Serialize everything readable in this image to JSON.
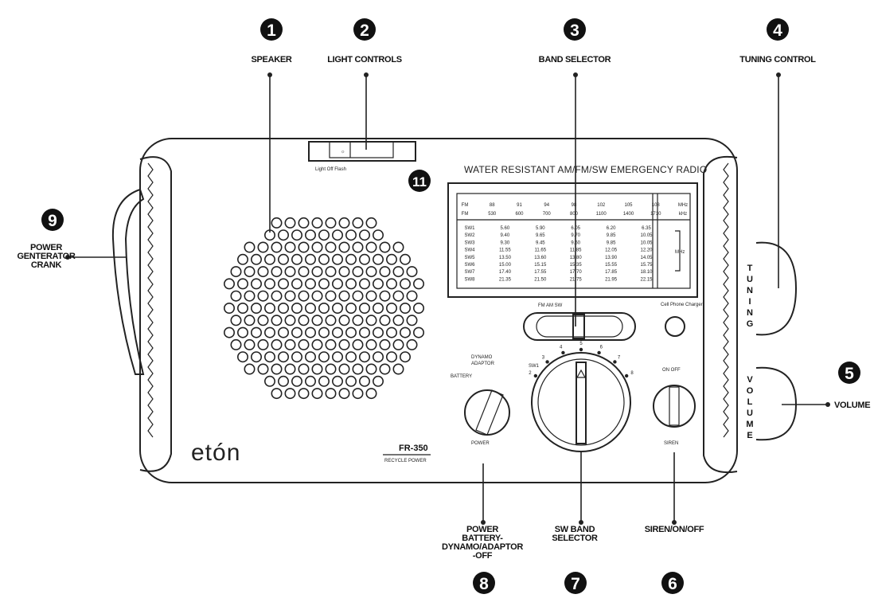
{
  "radio": {
    "title": "WATER RESISTANT AM/FM/SW EMERGENCY RADIO",
    "brand": "etón",
    "model": "FR-350",
    "model_sub": "RECYCLE POWER",
    "light_switch_labels": "Light  Off  Flash",
    "band_switch_labels": "FM  AM  SW",
    "cell_phone_label": "Cell Phone Charger",
    "power_knob_labels": {
      "dynamo": "DYNAMO",
      "adaptor": "ADAPTOR",
      "battery": "BATTERY",
      "bottom": "POWER"
    },
    "sw_dial_label": "SW1",
    "sw_dial_numbers": [
      "2",
      "3",
      "4",
      "5",
      "6",
      "7",
      "8"
    ],
    "siren_knob_labels": {
      "on_off": "ON  OFF",
      "bottom": "SIREN"
    },
    "tuning_vertical": "TUNING",
    "volume_vertical": "VOLUME",
    "dial_scale": {
      "fm_mhz": [
        "FM",
        "88",
        "91",
        "94",
        "98",
        "102",
        "105",
        "108",
        "MHz"
      ],
      "am_khz": [
        "FM",
        "530",
        "600",
        "700",
        "800",
        "1100",
        "1400",
        "1710",
        "kHz"
      ],
      "sw_rows": [
        [
          "SW1",
          "5.60",
          "5.90",
          "6.05",
          "6.20",
          "6.35"
        ],
        [
          "SW2",
          "9.40",
          "9.65",
          "9.70",
          "9.85",
          "10.05"
        ],
        [
          "SW3",
          "9.30",
          "9.45",
          "9.60",
          "9.85",
          "10.05"
        ],
        [
          "SW4",
          "11.55",
          "11.65",
          "11.85",
          "12.05",
          "12.20"
        ],
        [
          "SW5",
          "13.50",
          "13.60",
          "13.80",
          "13.90",
          "14.05"
        ],
        [
          "SW6",
          "15.00",
          "15.15",
          "15.35",
          "15.55",
          "15.75"
        ],
        [
          "SW7",
          "17.40",
          "17.55",
          "17.70",
          "17.85",
          "18.10"
        ],
        [
          "SW8",
          "21.35",
          "21.50",
          "21.75",
          "21.95",
          "22.15"
        ]
      ],
      "sw_unit": "MHz"
    }
  },
  "callouts": [
    {
      "number": "1",
      "label": "SPEAKER"
    },
    {
      "number": "2",
      "label": "LIGHT CONTROLS"
    },
    {
      "number": "3",
      "label": "BAND SELECTOR"
    },
    {
      "number": "4",
      "label": "TUNING CONTROL"
    },
    {
      "number": "5",
      "label": "VOLUME"
    },
    {
      "number": "6",
      "label": "SIREN/ON/OFF"
    },
    {
      "number": "7",
      "label_lines": [
        "SW BAND",
        "SELECTOR"
      ]
    },
    {
      "number": "8",
      "label_lines": [
        "POWER",
        "BATTERY-",
        "DYNAMO/ADAPTOR",
        "-OFF"
      ]
    },
    {
      "number": "9",
      "label_lines": [
        "POWER",
        "GENTERATOR",
        "CRANK"
      ]
    },
    {
      "number": "11"
    }
  ]
}
